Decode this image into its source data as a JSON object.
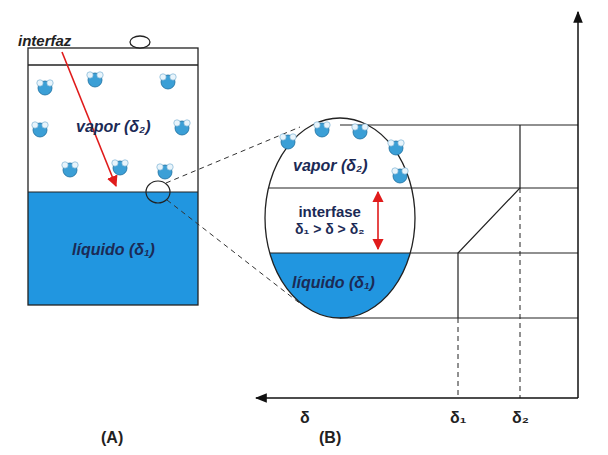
{
  "diagram": {
    "nodes": [
      {
        "text": [
          "vapor (δ₂)"
        ]
      },
      {
        "text": [
          "líquido (δ₁)"
        ]
      },
      {
        "text": [
          "vapor (δ₂)"
        ]
      },
      {
        "text": [
          "interfase",
          "δ₁ > δ > δ₂"
        ]
      },
      {
        "text": [
          "líquido (δ₁)"
        ]
      }
    ],
    "labels": [
      "interfaz",
      "δ",
      "δ₁",
      "δ₂",
      "(A)",
      "(B)"
    ]
  }
}
